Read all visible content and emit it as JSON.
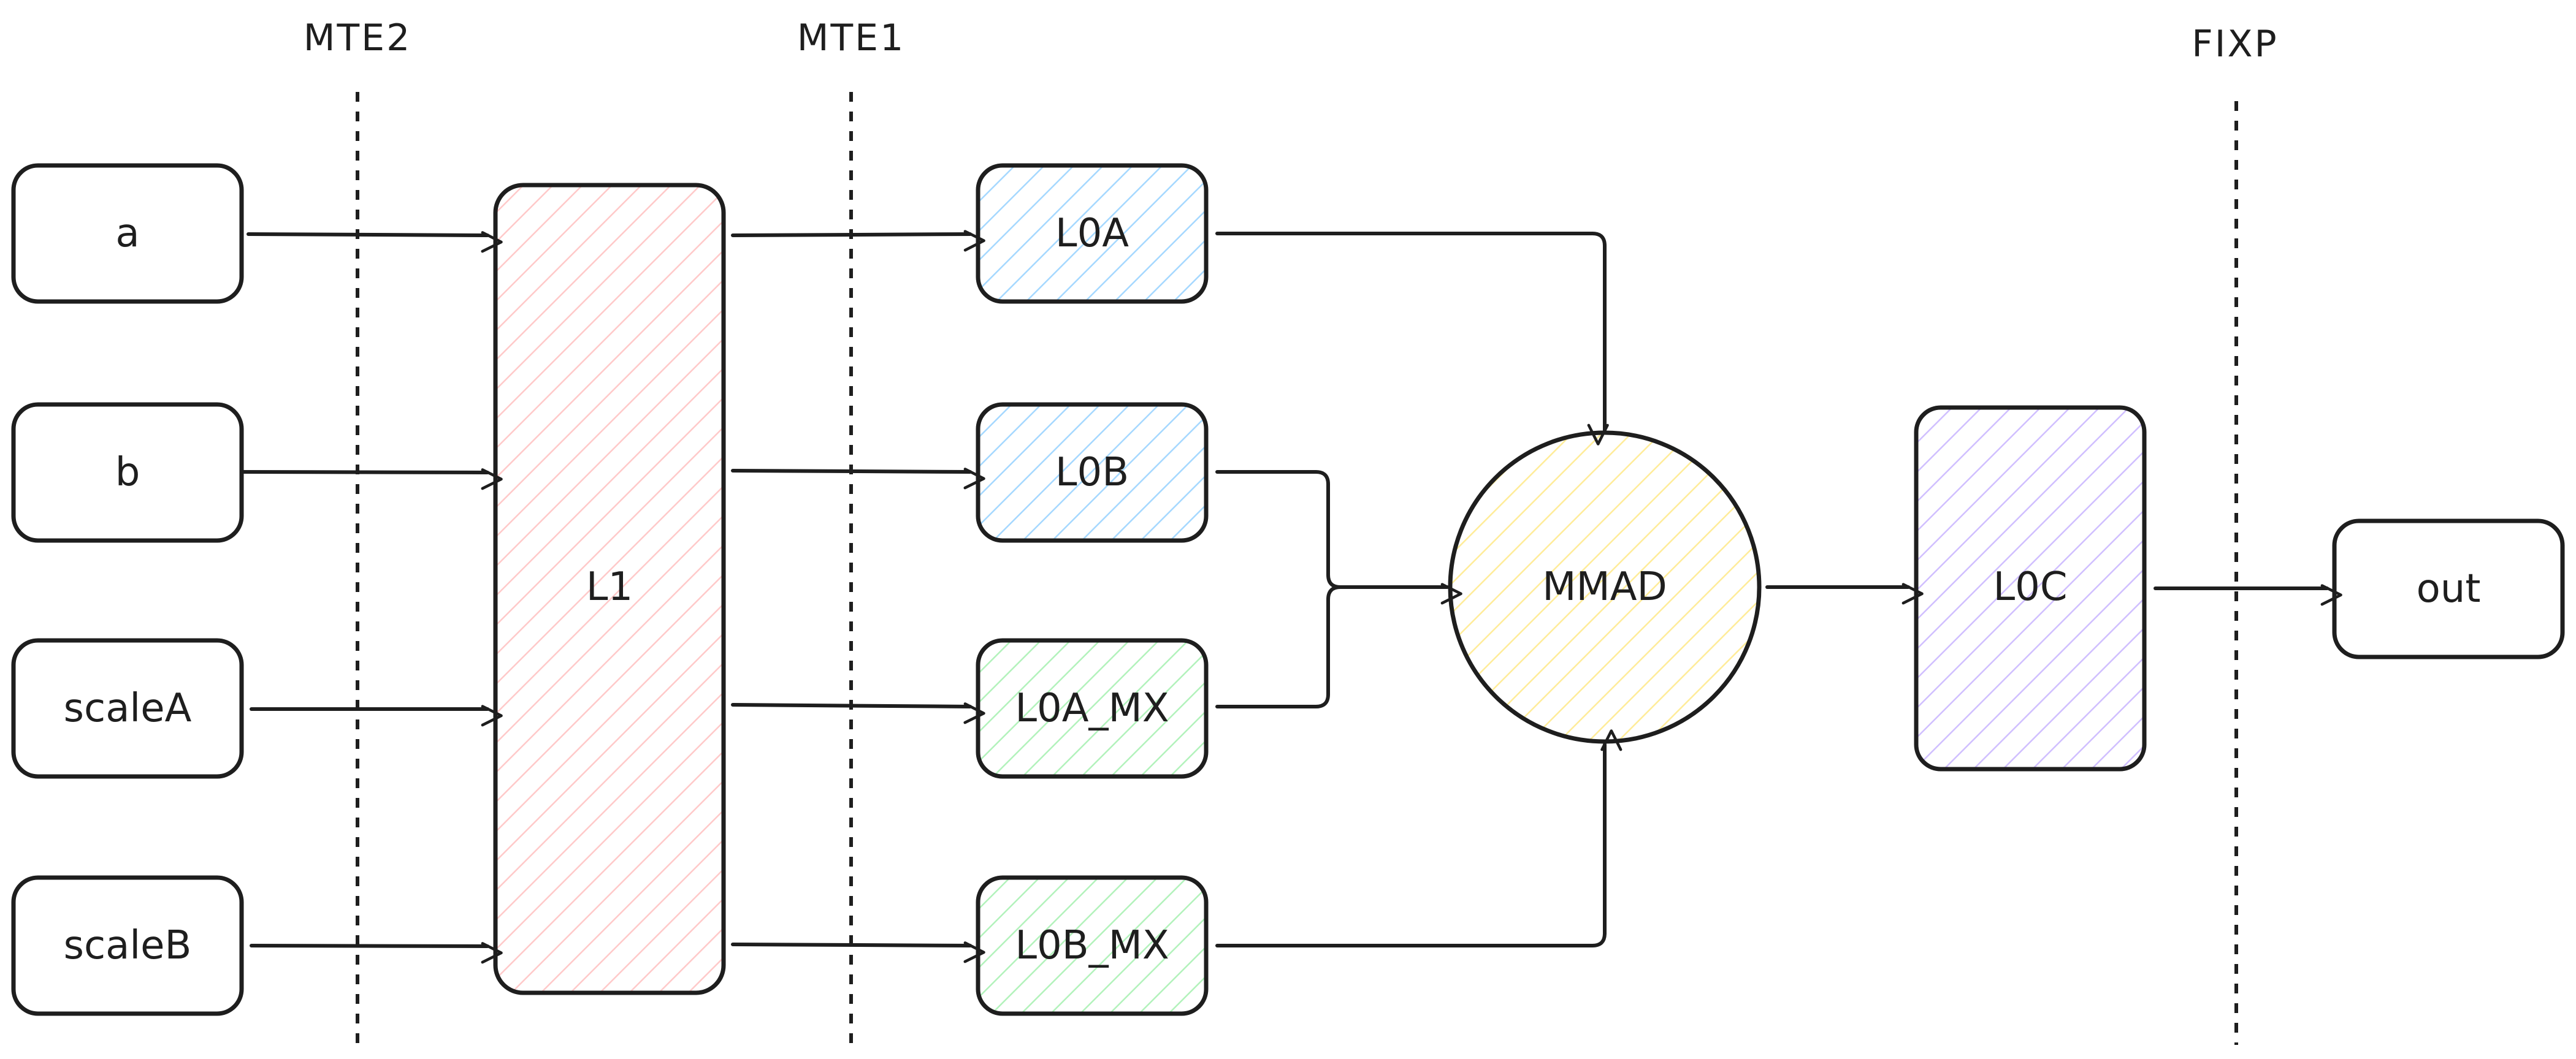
{
  "stages": [
    "MTE2",
    "MTE1",
    "FIXP"
  ],
  "inputs": [
    "a",
    "b",
    "scaleA",
    "scaleB"
  ],
  "l1": {
    "label": "L1"
  },
  "buffers": [
    "L0A",
    "L0B",
    "L0A_MX",
    "L0B_MX"
  ],
  "mmad": {
    "label": "MMAD"
  },
  "l0c": {
    "label": "L0C"
  },
  "output": {
    "label": "out"
  },
  "colors": {
    "l1": "#ffc9c9",
    "l0_ab": "#a5d8ff",
    "l0_mx": "#b2f2bb",
    "mmad": "#ffec99",
    "l0c": "#d0bfff",
    "stroke": "#1e1e1e"
  }
}
